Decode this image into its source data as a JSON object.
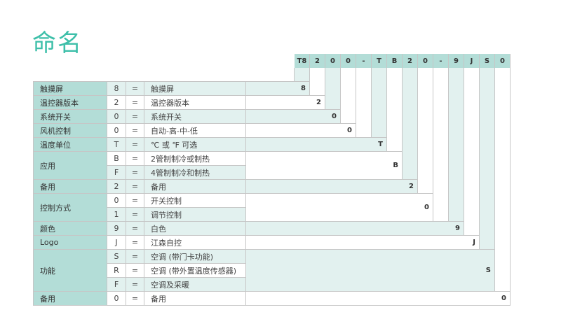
{
  "title": "命名",
  "code_header": [
    "T8",
    "2",
    "0",
    "0",
    "-",
    "T",
    "B",
    "2",
    "0",
    "-",
    "9",
    "J",
    "S",
    "0"
  ],
  "groups": [
    {
      "label": "触摸屏",
      "code": "8",
      "options": [
        {
          "key": "8",
          "eq": "=",
          "desc": "触摸屏"
        }
      ]
    },
    {
      "label": "温控器版本",
      "code": "2",
      "options": [
        {
          "key": "2",
          "eq": "=",
          "desc": "温控器版本"
        }
      ]
    },
    {
      "label": "系统开关",
      "code": "0",
      "options": [
        {
          "key": "0",
          "eq": "=",
          "desc": "系统开关"
        }
      ]
    },
    {
      "label": "风机控制",
      "code": "0",
      "options": [
        {
          "key": "0",
          "eq": "=",
          "desc": "自动-高-中-低"
        }
      ]
    },
    {
      "label": "温度单位",
      "code": "T",
      "options": [
        {
          "key": "T",
          "eq": "=",
          "desc": "℃ 或 ℉ 可选"
        }
      ]
    },
    {
      "label": "应用",
      "code": "B",
      "options": [
        {
          "key": "B",
          "eq": "=",
          "desc": "2管制制冷或制热"
        },
        {
          "key": "F",
          "eq": "=",
          "desc": "4管制制冷和制热"
        }
      ]
    },
    {
      "label": "备用",
      "code": "2",
      "options": [
        {
          "key": "2",
          "eq": "=",
          "desc": "备用"
        }
      ]
    },
    {
      "label": "控制方式",
      "code": "0",
      "options": [
        {
          "key": "0",
          "eq": "=",
          "desc": "开关控制"
        },
        {
          "key": "1",
          "eq": "=",
          "desc": "调节控制"
        }
      ]
    },
    {
      "label": "颜色",
      "code": "9",
      "options": [
        {
          "key": "9",
          "eq": "=",
          "desc": "白色"
        }
      ]
    },
    {
      "label": "Logo",
      "code": "J",
      "options": [
        {
          "key": "J",
          "eq": "=",
          "desc": "江森自控"
        }
      ]
    },
    {
      "label": "功能",
      "code": "S",
      "options": [
        {
          "key": "S",
          "eq": "=",
          "desc": "空调 (带门卡功能)"
        },
        {
          "key": "R",
          "eq": "=",
          "desc": "空调 (带外置温度传感器)"
        },
        {
          "key": "F",
          "eq": "=",
          "desc": "空调及采暖"
        }
      ]
    },
    {
      "label": "备用",
      "code": "0",
      "options": [
        {
          "key": "0",
          "eq": "=",
          "desc": "备用"
        }
      ]
    }
  ],
  "colors": {
    "accent": "#3dbfa9",
    "header": "#b3ddd7",
    "light": "#e2f1ef"
  }
}
